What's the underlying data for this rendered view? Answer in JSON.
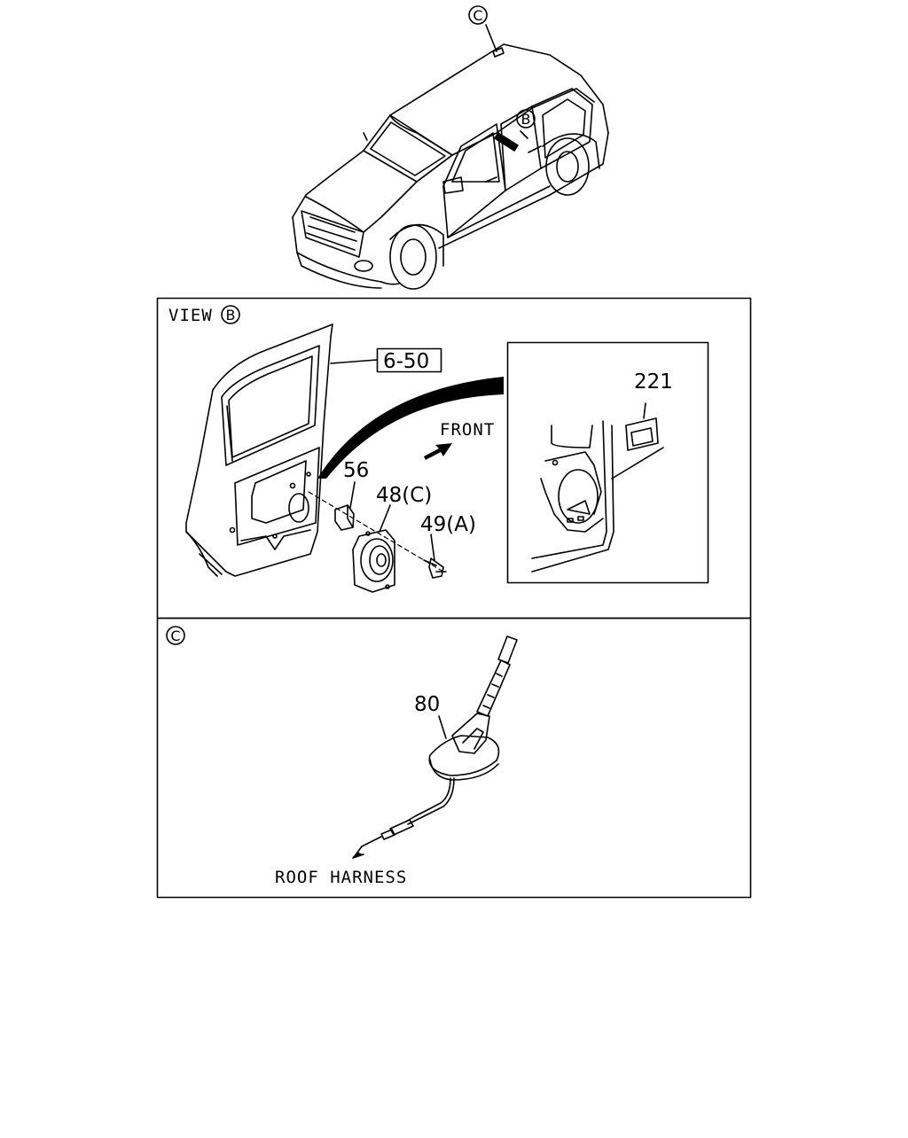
{
  "callouts": {
    "car_c": "C",
    "car_b": "B"
  },
  "view_b": {
    "view_word": "VIEW",
    "view_letter": "B",
    "ref_box": "6-50",
    "front": "FRONT",
    "parts": {
      "p56": "56",
      "p48": "48(C)",
      "p49": "49(A)"
    },
    "inset_part": "221"
  },
  "view_c": {
    "letter": "C",
    "part": "80",
    "harness": "ROOF HARNESS"
  }
}
